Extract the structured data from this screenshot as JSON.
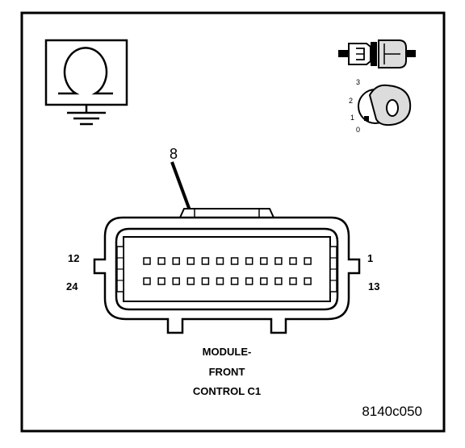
{
  "pin_labels": {
    "top_left": "12",
    "bottom_left": "24",
    "top_right": "1",
    "bottom_right": "13"
  },
  "callout": {
    "label": "8"
  },
  "key_positions": [
    "3",
    "2",
    "1",
    "0"
  ],
  "caption": {
    "line1": "MODULE-",
    "line2": "FRONT",
    "line3": "CONTROL C1"
  },
  "figure_code": "8140c050",
  "connector": {
    "rows": 2,
    "pins_per_row": 12
  },
  "colors": {
    "line": "#000000",
    "background": "#ffffff",
    "key_fill": "#dcdcdc"
  }
}
